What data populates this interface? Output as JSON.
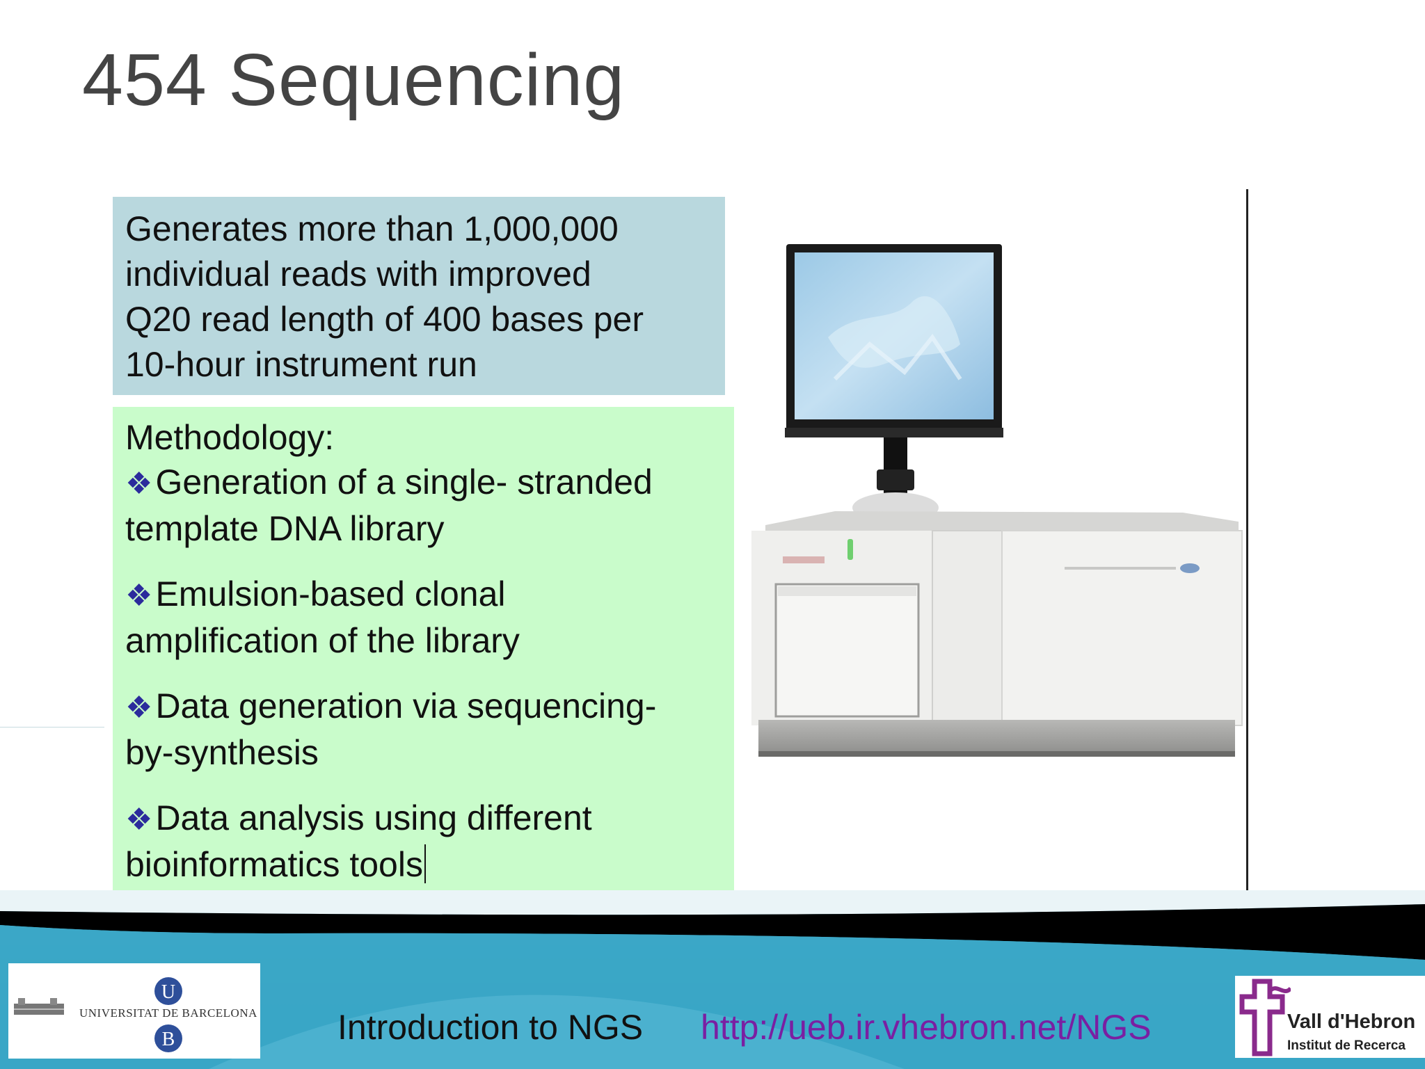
{
  "slide": {
    "title": "454 Sequencing"
  },
  "summary_box": {
    "lines": [
      "Generates more than 1,000,000",
      "individual reads with improved",
      "Q20 read length of 400 bases per",
      "10-hour instrument run"
    ]
  },
  "methodology": {
    "heading": "Methodology:",
    "bullet_glyph": "❖",
    "items": [
      {
        "line1": "Generation of a single- stranded",
        "line2": "template DNA library"
      },
      {
        "line1": "Emulsion-based clonal",
        "line2": "amplification of the library"
      },
      {
        "line1": "Data generation via sequencing-",
        "line2": "by-synthesis"
      },
      {
        "line1": "Data analysis using different",
        "line2": "bioinformatics tools"
      }
    ]
  },
  "footer": {
    "course": "Introduction to NGS",
    "url": "http://ueb.ir.vhebron.net/NGS",
    "left_logo": {
      "text": "UNIVERSITAT DE BARCELONA",
      "letter_top": "U",
      "letter_bottom": "B"
    },
    "right_logo": {
      "name": "Vall d'Hebron",
      "subtitle": "Institut de Recerca"
    }
  },
  "colors": {
    "summary_bg": "#b9d8de",
    "method_bg": "#c9fccb",
    "url": "#7a1fa2",
    "bullet": "#2b2b9c",
    "footer_band": "#2b93b8"
  },
  "icons": [
    "diamond-bullet-icon",
    "sequencer-image",
    "university-barcelona-logo",
    "vall-hebron-logo"
  ]
}
